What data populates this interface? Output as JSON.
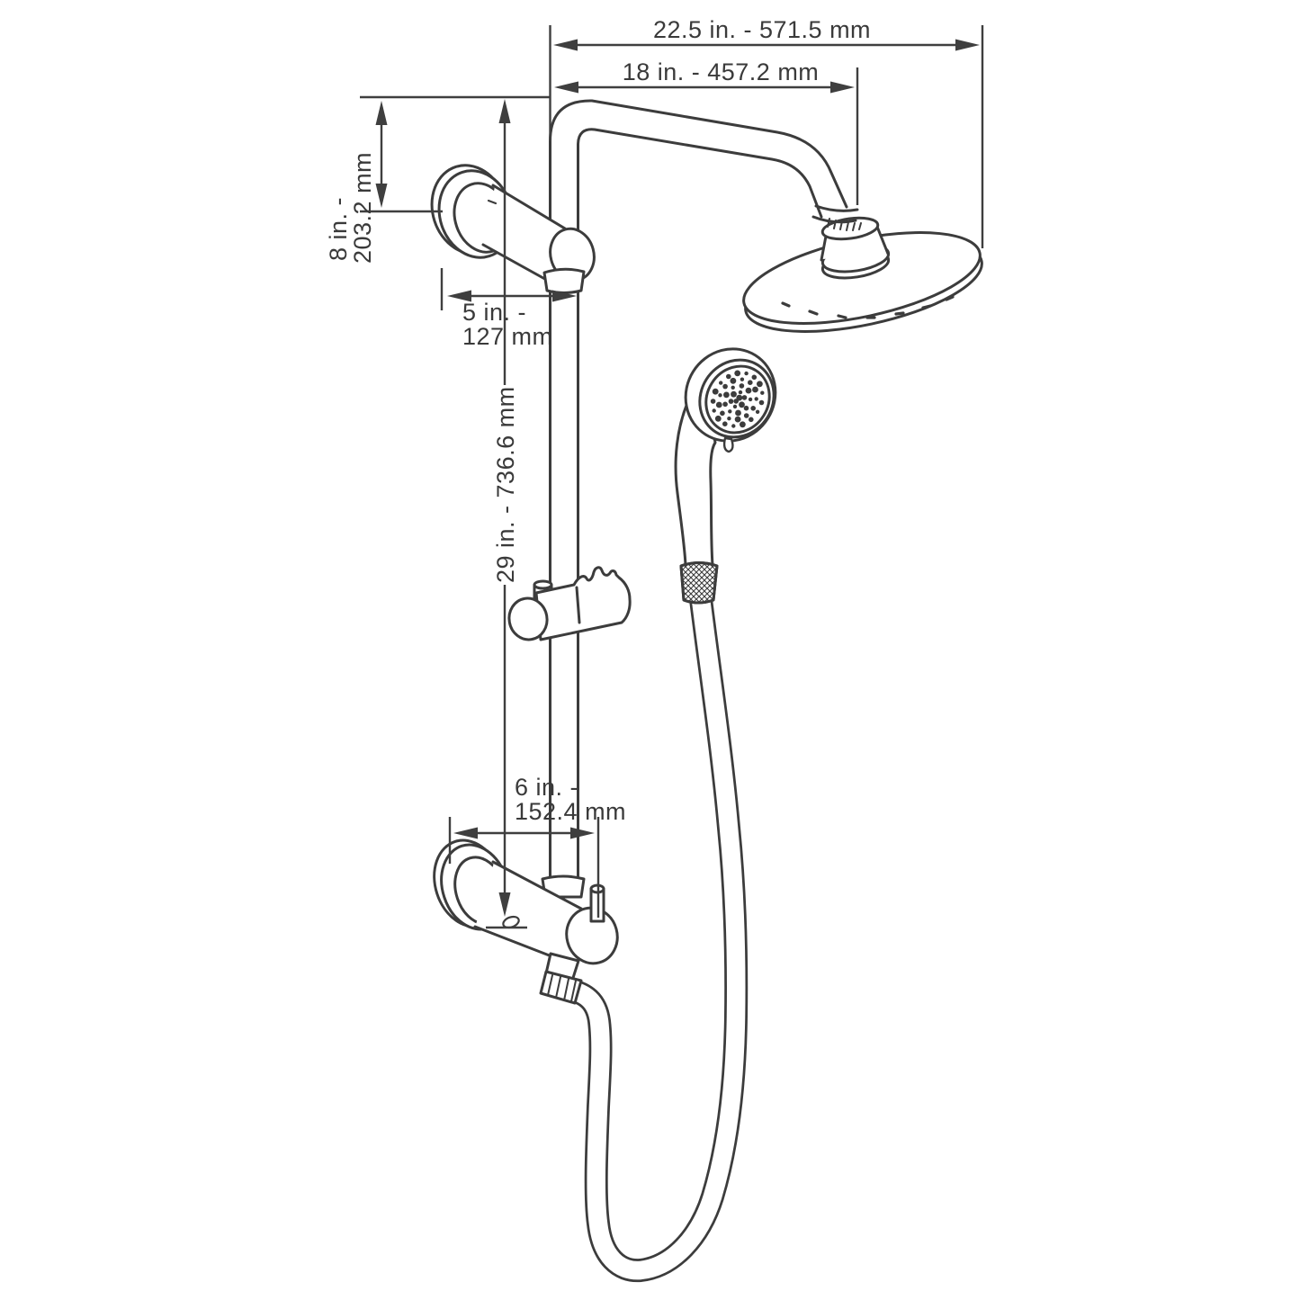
{
  "diagram": {
    "type": "technical-dimension-drawing",
    "subject": "shower-system-with-rain-head-hand-shower-and-slide-bar",
    "colors": {
      "line": "#3c3c3c",
      "text": "#3a3a3a",
      "background": "#ffffff"
    },
    "dimensions": {
      "overall_width": "22.5 in. - 571.5 mm",
      "arm_reach": "18 in. - 457.2 mm",
      "head_drop": [
        "8 in. -",
        "203.2 mm"
      ],
      "wall_clearance": [
        "5 in. -",
        "127 mm"
      ],
      "slide_bar_length": "29 in. - 736.6 mm",
      "valve_offset": [
        "6 in. -",
        "152.4 mm"
      ]
    }
  }
}
